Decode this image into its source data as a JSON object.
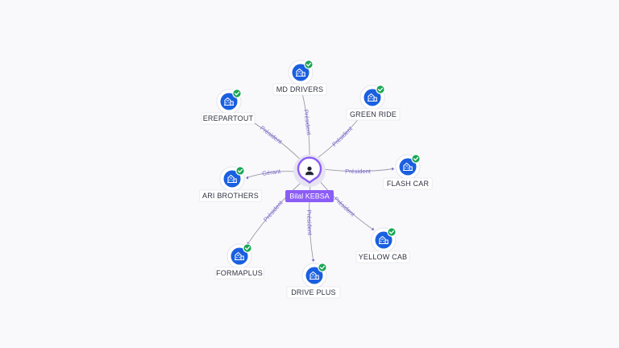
{
  "center": {
    "name": "Bilal KEBSA",
    "icon": "person-icon",
    "accent": "#8b5cf6"
  },
  "companies": [
    {
      "key": "md-drivers",
      "name": "MD DRIVERS",
      "relation": "Président",
      "icon": "building-icon",
      "status": "check-icon"
    },
    {
      "key": "green-ride",
      "name": "GREEN RIDE",
      "relation": "Président",
      "icon": "building-icon",
      "status": "check-icon"
    },
    {
      "key": "flash-car",
      "name": "FLASH CAR",
      "relation": "Président",
      "icon": "building-icon",
      "status": "check-icon"
    },
    {
      "key": "yellow-cab",
      "name": "YELLOW CAB",
      "relation": "Président",
      "icon": "building-icon",
      "status": "check-icon"
    },
    {
      "key": "drive-plus",
      "name": "DRIVE PLUS",
      "relation": "Président",
      "icon": "building-icon",
      "status": "check-icon"
    },
    {
      "key": "formaplus",
      "name": "FORMAPLUS",
      "relation": "Président",
      "icon": "building-icon",
      "status": "check-icon"
    },
    {
      "key": "ari-brothers",
      "name": "ARI BROTHERS",
      "relation": "Gérant",
      "icon": "building-icon",
      "status": "check-icon"
    },
    {
      "key": "erepartout",
      "name": "EREPARTOUT",
      "relation": "Président",
      "icon": "building-icon",
      "status": "check-icon"
    }
  ],
  "colors": {
    "company": "#1a5fe0",
    "active": "#1aa654",
    "relation_text": "#7b68d0"
  }
}
